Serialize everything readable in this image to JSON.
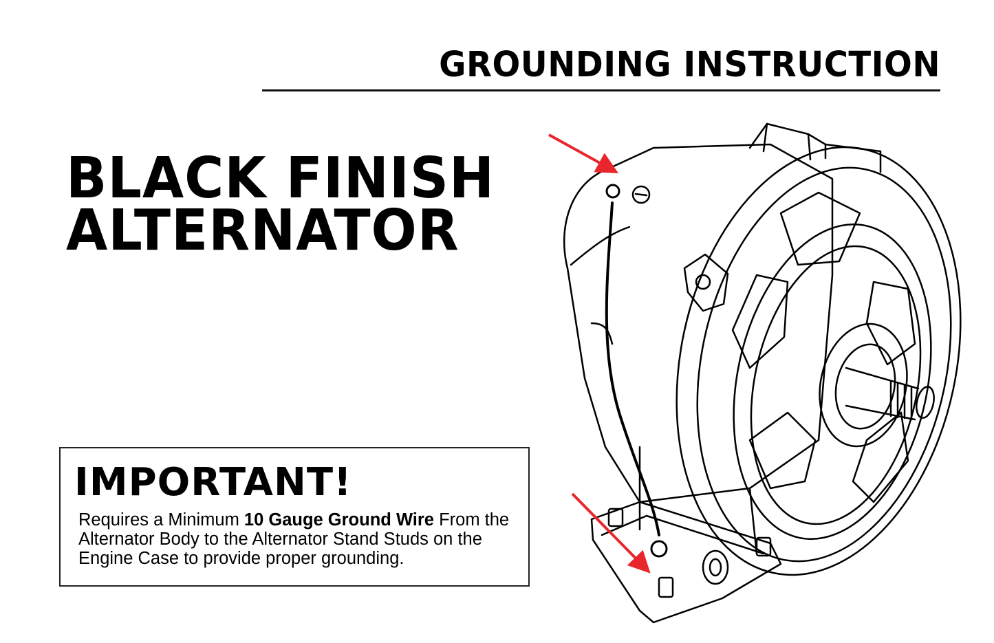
{
  "header": {
    "title": "GROUNDING INSTRUCTION"
  },
  "main_title": {
    "line1": "BLACK FINISH",
    "line2": "ALTERNATOR"
  },
  "important": {
    "heading": "IMPORTANT!",
    "text_before": "Requires a Minimum ",
    "text_bold": "10 Gauge Ground Wire",
    "text_after": " From the Alternator Body to the Alternator Stand Studs on the Engine Case to provide proper grounding."
  },
  "colors": {
    "arrow": "#e8262b",
    "ink": "#000000",
    "background": "#ffffff"
  }
}
